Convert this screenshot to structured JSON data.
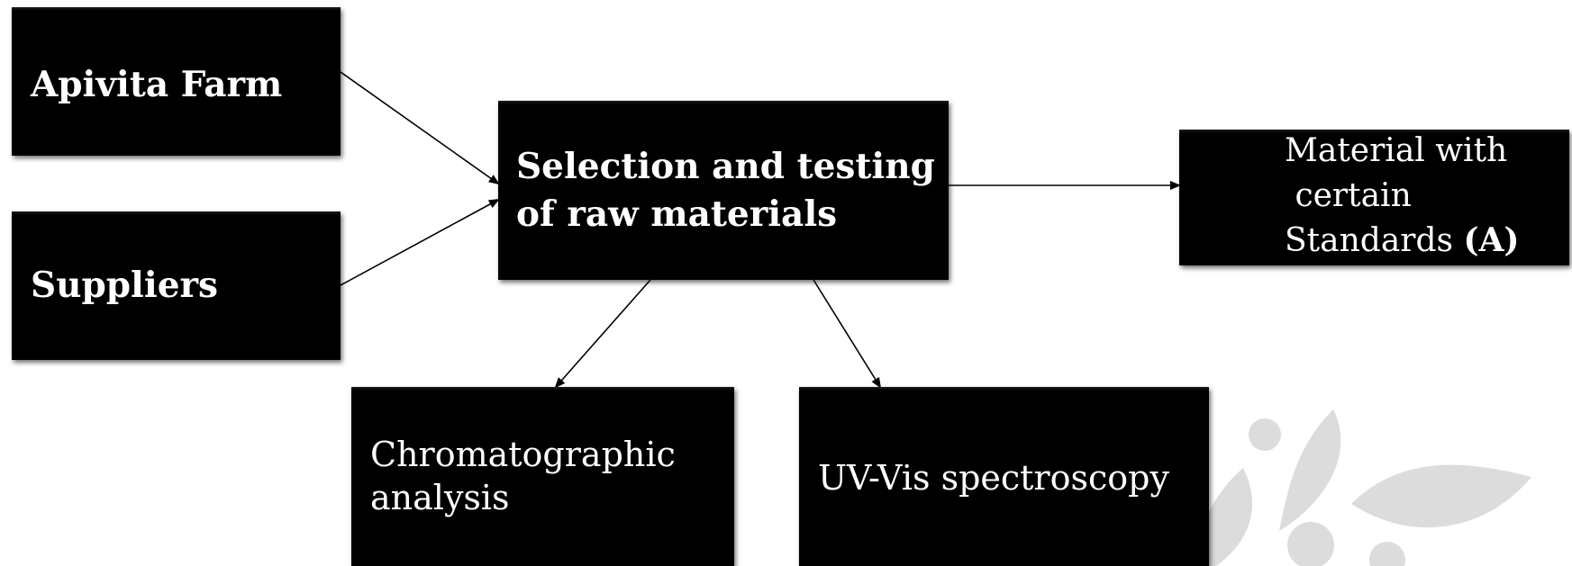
{
  "nodes": {
    "apivita_farm": {
      "label": "Apivita Farm"
    },
    "suppliers": {
      "label": "Suppliers"
    },
    "selection": {
      "line1": "Selection and testing",
      "line2": "of raw materials"
    },
    "material": {
      "line1": "Material with",
      "line2": " certain",
      "line3": "Standards ",
      "line3_bold": "(A)"
    },
    "chromatographic": {
      "line1": "Chromatographic",
      "line2": "analysis"
    },
    "uvvis": {
      "label": "UV-Vis spectroscopy"
    }
  },
  "edges": [
    {
      "from": "Apivita Farm",
      "to": "Selection and testing of raw materials"
    },
    {
      "from": "Suppliers",
      "to": "Selection and testing of raw materials"
    },
    {
      "from": "Selection and testing of raw materials",
      "to": "Material with certain Standards (A)"
    },
    {
      "from": "Selection and testing of raw materials",
      "to": "Chromatographic analysis"
    },
    {
      "from": "Selection and testing of raw materials",
      "to": "UV-Vis spectroscopy"
    }
  ],
  "colors": {
    "box_fill": "#000000",
    "box_text": "#ffffff",
    "arrow": "#000000",
    "watermark": "#d9d9d9"
  },
  "watermark_icon": "leaf-logo-icon"
}
